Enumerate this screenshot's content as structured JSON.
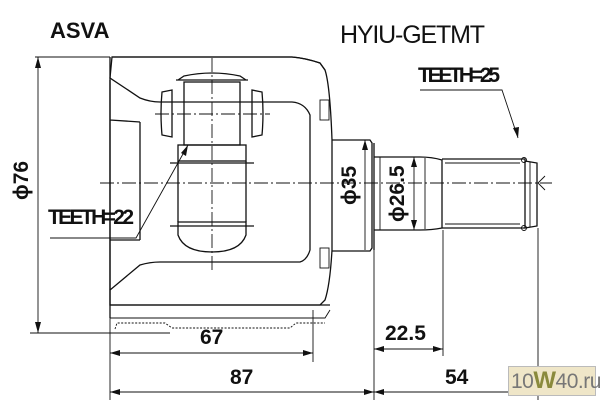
{
  "brand": "ASVA",
  "part_code": "HYIU-GETMT",
  "labels": {
    "teeth_outer": "TEETH=25",
    "teeth_inner": "TEETH=22"
  },
  "dimensions": {
    "outer_diameter": "ϕ76",
    "flange_diameter": "ϕ35",
    "shaft_diameter": "ϕ26.5",
    "body_length_inner": "67",
    "body_length_total": "87",
    "shaft_shoulder": "22.5",
    "shaft_length": "54"
  },
  "watermark": {
    "prefix": "10",
    "mid": "W",
    "suffix": "40",
    "tld": ".ru"
  }
}
